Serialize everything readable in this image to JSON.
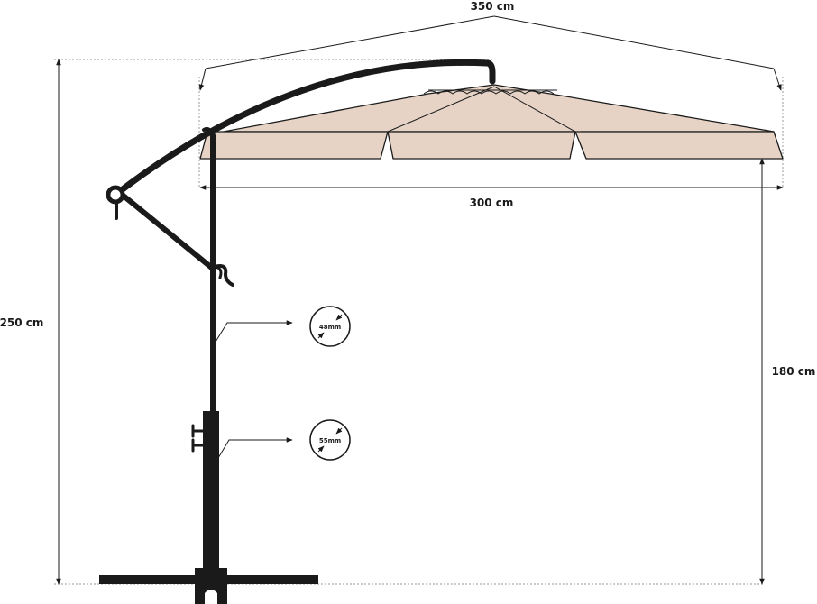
{
  "dimensions": {
    "total_width": "350 cm",
    "canopy_width": "300 cm",
    "total_height": "250 cm",
    "clearance_height": "180 cm"
  },
  "tube_sizes": {
    "upper_pole": "48mm",
    "lower_pole": "55mm"
  },
  "colors": {
    "canopy": "#e6d3c5",
    "frame": "#1a1a1a",
    "guide_lines": "#9a9a9a"
  }
}
